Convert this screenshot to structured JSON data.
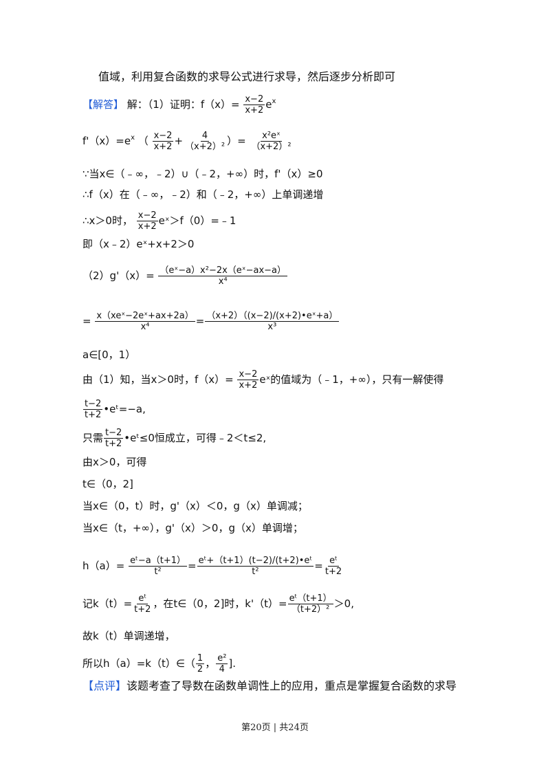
{
  "intro_text": "值域，利用复合函数的求导公式进行求导，然后逐步分析即可",
  "answer_label": "【解答】",
  "answer_start": "解：（1）证明：f（x）=",
  "f_frac_num": "x−2",
  "f_frac_den": "x+2",
  "f_exp": "e",
  "f_exp_sup": "x",
  "deriv_lhs": "f'（x）=e",
  "deriv_lhs_sup": "x",
  "deriv_open": "（",
  "deriv_frac1_num": "x−2",
  "deriv_frac1_den": "x+2",
  "deriv_plus": "+",
  "deriv_frac2_num": "4",
  "deriv_frac2_den": "（x+2）²",
  "deriv_close": "）=",
  "deriv_frac3_num": "x²eˣ",
  "deriv_frac3_den": "（x+2）²",
  "line_since": "∵当x∈（﹣∞，﹣2）∪（﹣2，+∞）时，f'（x）≥0",
  "line_therefore1": "∴f（x）在（﹣∞，﹣2）和（﹣2，+∞）上单调递增",
  "line_therefore2_pre": "∴x＞0时，",
  "line_therefore2_num": "x−2",
  "line_therefore2_den": "x+2",
  "line_therefore2_post": "eˣ＞f（0）=﹣1",
  "line_ji": "即（x﹣2）eˣ+x+2＞0",
  "g_pre": "（2）g'（x）=",
  "g_num": "（eˣ−a）x²−2x（eˣ−ax−a）",
  "g_den": "x⁴",
  "g2_eq": "=",
  "g2_num1": "x（xeˣ−2eˣ+ax+2a）",
  "g2_den1": "x⁴",
  "g2_eq2": "=",
  "g2_num2": "（x+2）（(x−2)/(x+2)•eˣ+a）",
  "g2_den2": "x³",
  "line_a_range": "a∈[0，1）",
  "line_from1_pre": "由（1）知，当x＞0时，f（x）=",
  "line_from1_num": "x−2",
  "line_from1_den": "x+2",
  "line_from1_post": "eˣ的值域为（﹣1，+∞），只有一解使得",
  "line_t_num": "t−2",
  "line_t_den": "t+2",
  "line_t_post": "•eᵗ=−a,",
  "line_only_pre": "只需",
  "line_only_num": "t−2",
  "line_only_den": "t+2",
  "line_only_post": "•eᵗ≤0恒成立，可得﹣2＜t≤2,",
  "line_by_x": "由x＞0，可得",
  "line_t_range": "t∈（0，2]",
  "line_dec": "当x∈（0，t）时，g'（x）＜0，g（x）单调减；",
  "line_inc": "当x∈（t，+∞），g'（x）＞0，g（x）单调增；",
  "h_pre": "h（a）=",
  "h_num1": "eᵗ−a（t+1）",
  "h_den1": "t²",
  "h_eq2": "=",
  "h_num2": "eᵗ+（t+1）(t−2)/(t+2)•eᵗ",
  "h_den2": "t²",
  "h_eq3": "=",
  "h_num3": "eᵗ",
  "h_den3": "t+2",
  "k_pre": "记k（t）=",
  "k_num": "eᵗ",
  "k_den": "t+2",
  "k_mid": "，在t∈（0，2]时，k'（t）=",
  "k_num2": "eᵗ（t+1）",
  "k_den2": "（t+2）²",
  "k_post": "＞0,",
  "line_so_k": "故k（t）单调递增，",
  "ha_pre": "所以h（a）=k（t）∈（",
  "ha_num1": "1",
  "ha_den1": "2",
  "ha_comma": "，",
  "ha_num2": "e²",
  "ha_den2": "4",
  "ha_post": "].",
  "comment_label": "【点评】",
  "comment_text": "该题考查了导数在函数单调性上的应用，重点是掌握复合函数的求导",
  "footer": "第20页 | 共24页"
}
